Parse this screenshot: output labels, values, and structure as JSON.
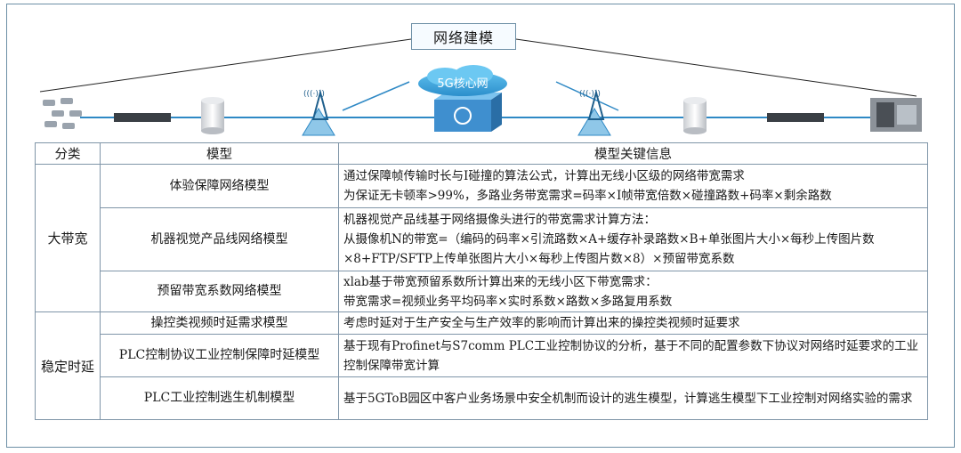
{
  "diagram": {
    "network_model_label": "网络建模",
    "core_network_label": "5G核心网"
  },
  "table": {
    "headers": [
      "分类",
      "模型",
      "模型关键信息"
    ],
    "groups": [
      {
        "category": "大带宽",
        "rows": [
          {
            "model": "体验保障网络模型",
            "info": [
              "通过保障帧传输时长与I碰撞的算法公式，计算出无线小区级的网络带宽需求",
              "为保证无卡顿率>99%，多路业务带宽需求=码率×I帧带宽倍数×碰撞路数+码率×剩余路数"
            ]
          },
          {
            "model": "机器视觉产品线网络模型",
            "info": [
              "机器视觉产品线基于网络摄像头进行的带宽需求计算方法：",
              "从摄像机N的带宽=（编码的码率×引流路数×A+缓存补录路数×B+单张图片大小×每秒上传图片数×8+FTP/SFTP上传单张图片大小×每秒上传图片数×8）×预留带宽系数"
            ]
          },
          {
            "model": "预留带宽系数网络模型",
            "info": [
              "xlab基于带宽预留系数所计算出来的无线小区下带宽需求：",
              "带宽需求=视频业务平均码率×实时系数×路数×多路复用系数"
            ]
          }
        ]
      },
      {
        "category": "稳定时延",
        "rows": [
          {
            "model": "操控类视频时延需求模型",
            "info": [
              "考虑时延对于生产安全与生产效率的影响而计算出来的操控类视频时延要求"
            ]
          },
          {
            "model": "PLC控制协议工业控制保障时延模型",
            "info": [
              "基于现有Profinet与S7comm PLC工业控制协议的分析，基于不同的配置参数下协议对网络时延要求的工业控制保障带宽计算"
            ]
          },
          {
            "model": "PLC工业控制逃生机制模型",
            "info": [
              "基于5GToB园区中客户业务场景中安全机制而设计的逃生模型，计算逃生模型下工业控制对网络实验的需求"
            ]
          }
        ]
      }
    ]
  },
  "colors": {
    "accent": "#3aa0d8",
    "line": "#2f89c5",
    "border": "#7f95a8"
  }
}
